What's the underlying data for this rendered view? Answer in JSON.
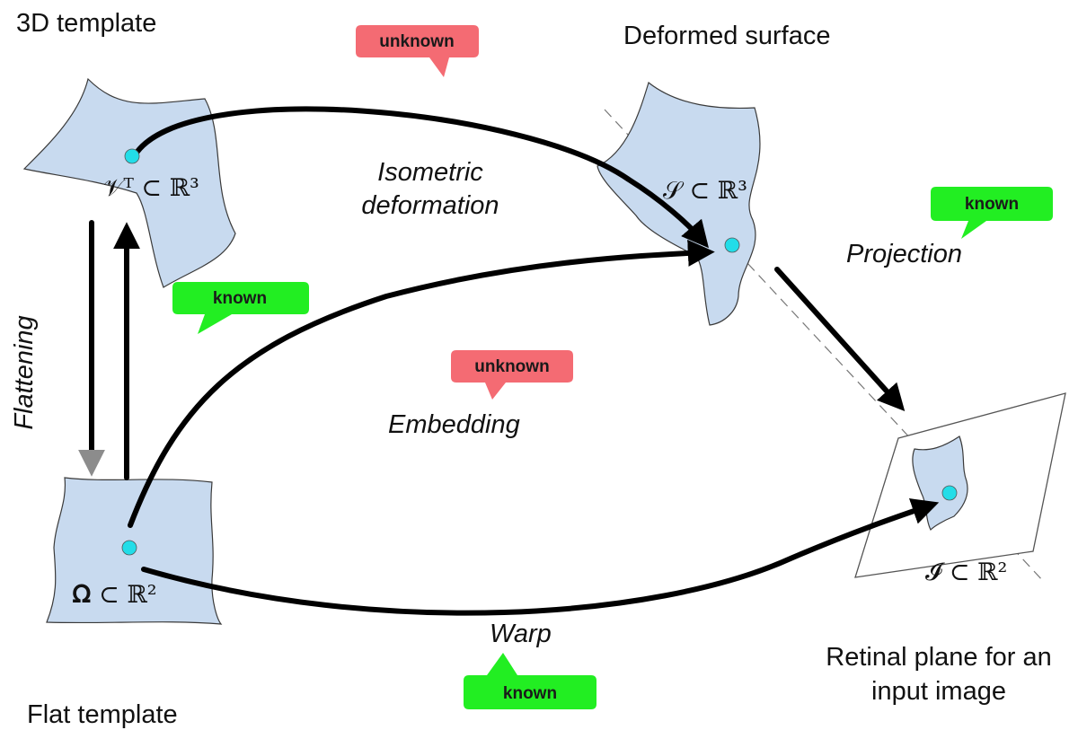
{
  "labels": {
    "template_3d": "3D template",
    "flat_template": "Flat template",
    "deformed_surface": "Deformed surface",
    "retinal_plane_line1": "Retinal plane for an",
    "retinal_plane_line2": "input image"
  },
  "edges": {
    "flattening": "Flattening",
    "isometric_line1": "Isometric",
    "isometric_line2": "deformation",
    "projection": "Projection",
    "embedding": "Embedding",
    "warp": "Warp"
  },
  "math": {
    "template_3d_symbol": "𝒱ᵀ ⊂ ℝ³",
    "surface_symbol": "𝒮 ⊂ ℝ³",
    "flat_symbol": "𝛀 ⊂ ℝ²",
    "image_symbol": "𝓘 ⊂ ℝ²"
  },
  "bubbles": {
    "isometric_status": "unknown",
    "flattening_status": "known",
    "projection_status": "known",
    "embedding_status": "unknown",
    "warp_status": "known"
  },
  "colors": {
    "known": "#22ee22",
    "unknown": "#f46b73",
    "surface_fill": "#c8daef",
    "point": "#22dde8",
    "flatten_arrow": "#8c8c8c"
  }
}
